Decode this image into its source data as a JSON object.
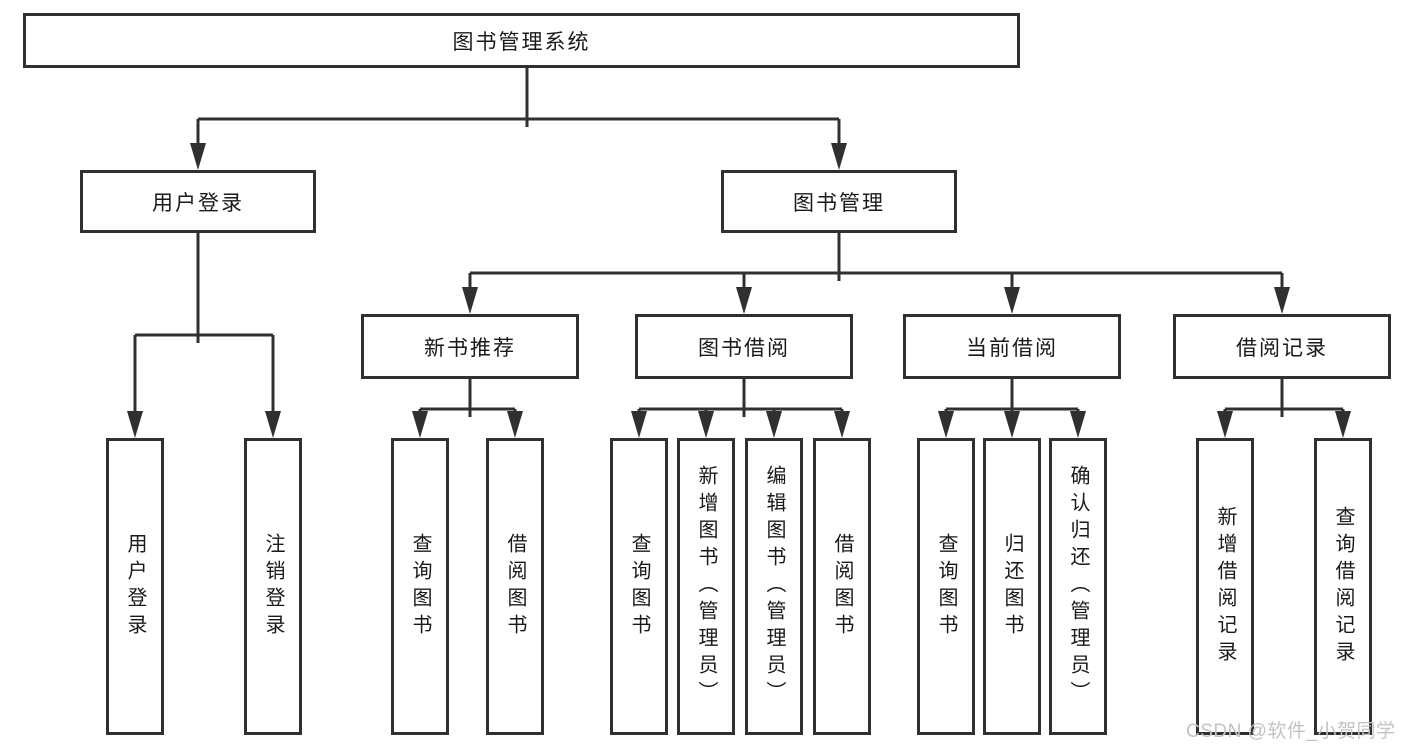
{
  "diagram": {
    "root": {
      "label": "图书管理系统"
    },
    "level2": {
      "user_login": {
        "label": "用户登录"
      },
      "book_management": {
        "label": "图书管理"
      }
    },
    "level3": {
      "new_book_recommend": {
        "label": "新书推荐"
      },
      "book_borrowing": {
        "label": "图书借阅"
      },
      "current_borrowing": {
        "label": "当前借阅"
      },
      "borrowing_records": {
        "label": "借阅记录"
      }
    },
    "leaves": {
      "ul_user_login": {
        "label": "用户登录"
      },
      "ul_logout": {
        "label": "注销登录"
      },
      "nb_query_books": {
        "label": "查询图书"
      },
      "nb_borrow_books": {
        "label": "借阅图书"
      },
      "bb_query_books": {
        "label": "查询图书"
      },
      "bb_add_books_admin": {
        "label": "新增图书（管理员）"
      },
      "bb_edit_books_admin": {
        "label": "编辑图书（管理员）"
      },
      "bb_borrow_books": {
        "label": "借阅图书"
      },
      "cb_query_books": {
        "label": "查询图书"
      },
      "cb_return_books": {
        "label": "归还图书"
      },
      "cb_confirm_return_admin": {
        "label": "确认归还（管理员）"
      },
      "br_add_record": {
        "label": "新增借阅记录"
      },
      "br_query_record": {
        "label": "查询借阅记录"
      }
    }
  },
  "watermark": {
    "text": "CSDN @软件_小贺同学"
  },
  "colors": {
    "line": "#303030",
    "box_border": "#303030",
    "text": "#1a1a1a",
    "watermark": "#c3c3c7",
    "background": "#ffffff"
  }
}
